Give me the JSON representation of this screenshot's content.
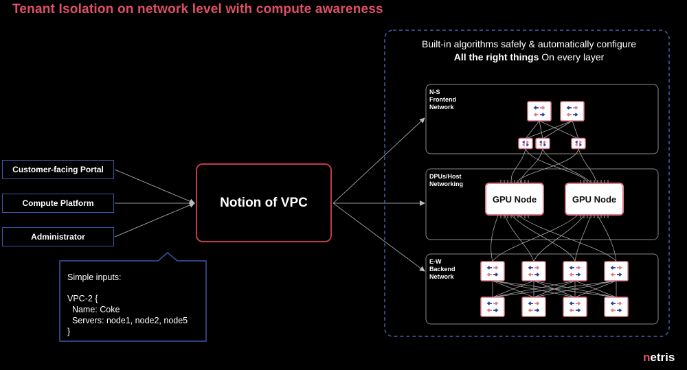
{
  "title": "Tenant Isolation on network level with compute awareness",
  "inputs": [
    {
      "label": "Customer-facing Portal"
    },
    {
      "label": "Compute Platform"
    },
    {
      "label": "Administrator"
    }
  ],
  "center": {
    "label": "Notion of VPC"
  },
  "callout": {
    "heading": "Simple inputs:",
    "lines": [
      "VPC-2 {",
      "  Name: Coke",
      "  Servers: node1, node2, node5",
      "}"
    ]
  },
  "right_panel": {
    "line1": "Built-in algorithms safely & automatically configure",
    "line2_bold": "All the right things",
    "line2_rest": " On every layer"
  },
  "sections": {
    "ns": "N-S\nFrontend\nNetwork",
    "dpu": "DPUs/Host\nNetworking",
    "ew": "E-W\nBackend\nNetwork"
  },
  "gpu_nodes": [
    "GPU Node",
    "GPU Node"
  ],
  "brand": {
    "accent": "n",
    "rest": "etris"
  },
  "colors": {
    "title": "#e0506a",
    "input_border": "#3f56a8",
    "vpc_border": "#c33a4e",
    "panel_border": "#4a5fb0"
  }
}
